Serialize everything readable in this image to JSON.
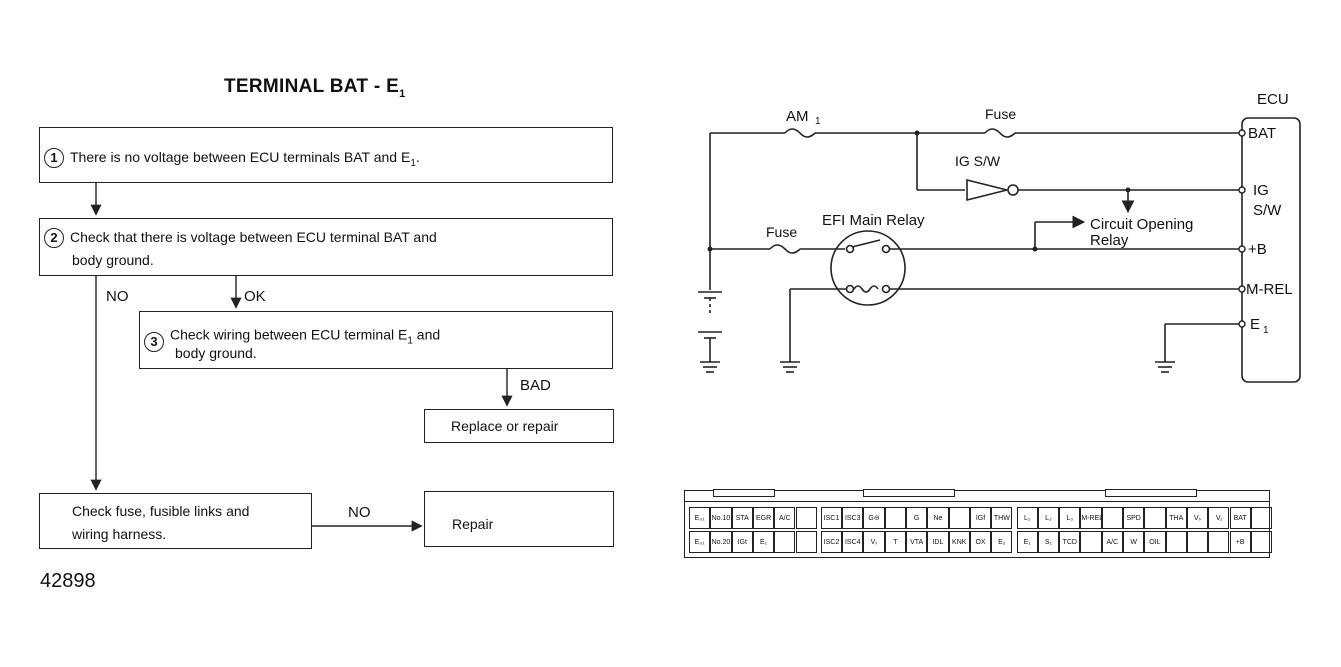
{
  "title": {
    "main": "TERMINAL BAT - E",
    "sub": "1"
  },
  "flow": {
    "step1": {
      "num": "1",
      "text": "There is no voltage between ECU terminals BAT and E",
      "sub": "1",
      "tail": "."
    },
    "step2": {
      "num": "2",
      "line1": "Check that there is voltage between ECU terminal BAT and",
      "line2": "body ground."
    },
    "step3": {
      "num": "3",
      "line1a": "Check wiring between ECU terminal E",
      "line1sub": "1",
      "line1b": " and",
      "line2": "body ground."
    },
    "replace": "Replace or repair",
    "check": {
      "line1": "Check fuse, fusible links and",
      "line2": "wiring harness."
    },
    "repair": "Repair",
    "labels": {
      "no1": "NO",
      "ok": "OK",
      "bad": "BAD",
      "no2": "NO"
    }
  },
  "figure_id": "42898",
  "circuit": {
    "ecu": "ECU",
    "am1": "AM",
    "am1_sub": "1",
    "fuse_top": "Fuse",
    "fuse_mid": "Fuse",
    "ig_sw": "IG S/W",
    "efi_relay": "EFI Main Relay",
    "circuit_opening": "Circuit Opening",
    "relay": "Relay",
    "terminals": {
      "bat": "BAT",
      "ig": "IG",
      "sw": "S/W",
      "b": "+B",
      "mrel": "M-REL",
      "e1": "E",
      "e1_sub": "1"
    }
  },
  "connector": {
    "row1": [
      "E₀₁",
      "No.10",
      "STA",
      "EGR",
      "A/C",
      "",
      "ISC1",
      "ISC3",
      "G⊖",
      "",
      "G",
      "Ne",
      "",
      "IGf",
      "THW",
      "L₁",
      "L₂",
      "L₃",
      "M-REL",
      "",
      "SPD",
      "",
      "THA",
      "Vₛ",
      "Vⱼ",
      "BAT",
      ""
    ],
    "row2": [
      "E₀₁",
      "No.20",
      "IGt",
      "E₁",
      "",
      "",
      "ISC2",
      "ISC4",
      "Vₜ",
      "T",
      "VTA",
      "IDL",
      "KNK",
      "OX",
      "E₂",
      "E₁",
      "S₁",
      "TCD",
      "",
      "A/C",
      "W",
      "OIL",
      "",
      "",
      "",
      "+B",
      ""
    ]
  }
}
